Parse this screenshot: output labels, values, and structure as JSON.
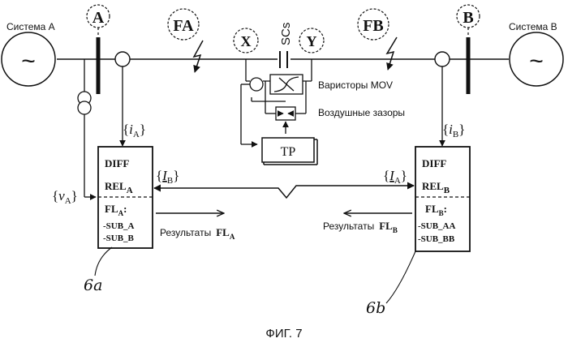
{
  "systems": {
    "a": "Система A",
    "b": "Система B"
  },
  "buses": {
    "a": "A",
    "b": "B"
  },
  "faults": {
    "fa": "FA",
    "fb": "FB"
  },
  "nodes": {
    "x": "X",
    "y": "Y"
  },
  "scs": "SCs",
  "labels": {
    "mov": "Варисторы MOV",
    "gaps": "Воздушные зазоры",
    "tp": "TP"
  },
  "signals": {
    "ia_sym": "i",
    "ia_sub": "A",
    "ib_sym": "i",
    "ib_sub": "B",
    "va_sym": "v",
    "va_sub": "A",
    "IB_sym": "I",
    "IB_sub": "B",
    "IA_sym": "I",
    "IA_sub": "A"
  },
  "relay_a": {
    "diff": "DIFF",
    "rel": "REL",
    "rel_sub": "A",
    "fl": "FL",
    "fl_sub": "A",
    "fl_colon": ":",
    "sub1": "-SUB_A",
    "sub2": "-SUB_B"
  },
  "relay_b": {
    "diff": "DIFF",
    "rel": "REL",
    "rel_sub": "B",
    "fl": "FL",
    "fl_sub": "B",
    "fl_colon": ":",
    "sub1": "-SUB_AA",
    "sub2": "-SUB_BB"
  },
  "results": {
    "a_text": "Результаты",
    "a_fl": "FL",
    "a_sub": "A",
    "b_text": "Результаты",
    "b_fl": "FL",
    "b_sub": "B"
  },
  "callouts": {
    "a": "6a",
    "b": "6b"
  },
  "caption": "ФИГ. 7"
}
